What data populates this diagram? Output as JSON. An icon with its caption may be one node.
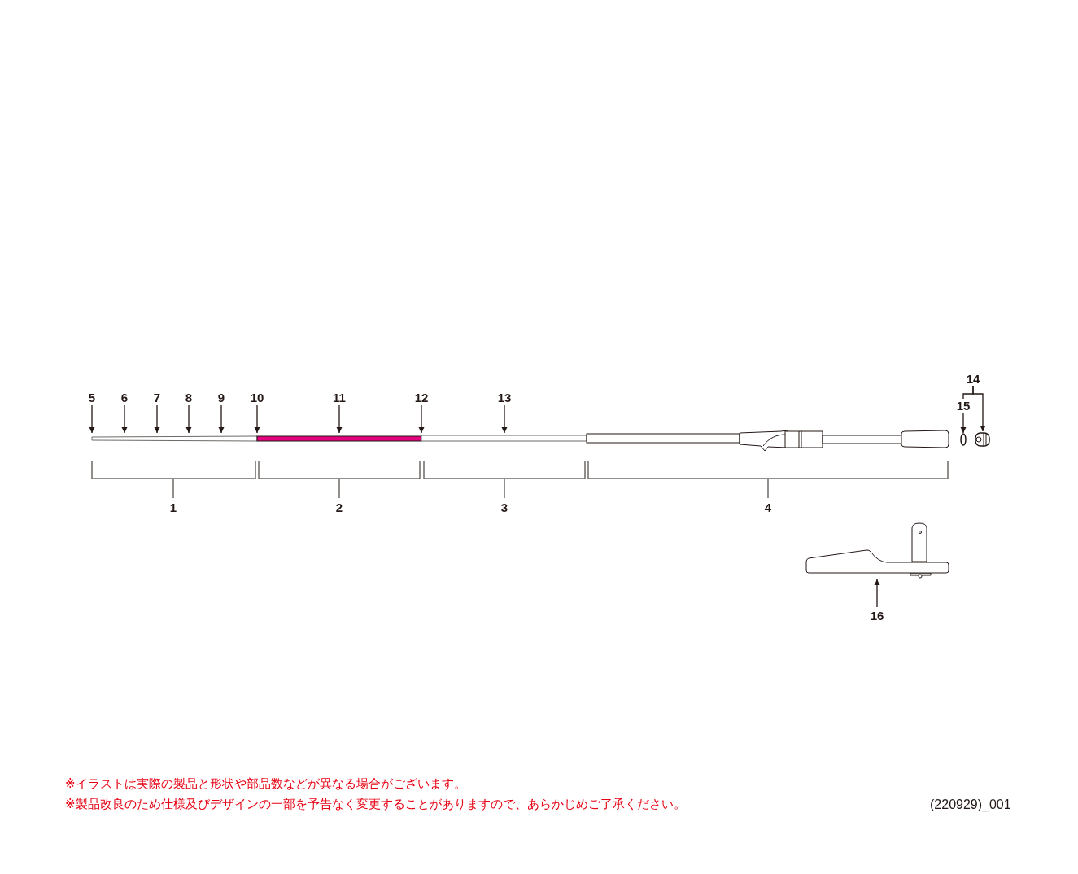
{
  "diagram": {
    "nodes": [
      {
        "text": [
          "5"
        ]
      },
      {
        "text": [
          "6"
        ]
      },
      {
        "text": [
          "7"
        ]
      },
      {
        "text": [
          "8"
        ]
      },
      {
        "text": [
          "9"
        ]
      },
      {
        "text": [
          "10"
        ]
      },
      {
        "text": [
          "11"
        ]
      },
      {
        "text": [
          "12"
        ]
      },
      {
        "text": [
          "13"
        ]
      },
      {
        "text": [
          "14"
        ]
      },
      {
        "text": [
          "15"
        ]
      },
      {
        "text": [
          "16"
        ]
      },
      {
        "text": [],
        "shape": "picture"
      },
      {
        "text": [],
        "shape": "circle"
      },
      {
        "text": [],
        "shape": "picture"
      },
      {
        "text": [],
        "shape": "picture"
      }
    ],
    "edges": [
      {
        "from": 0,
        "to": 12,
        "arrow": "to"
      },
      {
        "from": 1,
        "to": 12,
        "arrow": "to"
      },
      {
        "from": 2,
        "to": 12,
        "arrow": "to"
      },
      {
        "from": 3,
        "to": 12,
        "arrow": "to"
      },
      {
        "from": 4,
        "to": 12,
        "arrow": "to"
      },
      {
        "from": 5,
        "to": 12,
        "arrow": "to"
      },
      {
        "from": 6,
        "to": 12,
        "arrow": "to"
      },
      {
        "from": 7,
        "to": 12,
        "arrow": "to"
      },
      {
        "from": 8,
        "to": 12,
        "arrow": "to"
      },
      {
        "from": 9,
        "to": 14,
        "arrow": "to"
      },
      {
        "from": 9,
        "to": 10,
        "arrow": "none"
      },
      {
        "from": 10,
        "to": 13,
        "arrow": "to"
      },
      {
        "from": 11,
        "to": 15,
        "arrow": "to"
      }
    ],
    "labels": [
      "1",
      "2",
      "3",
      "4",
      "※イラストは実際の製品と形状や部品数などが異なる場合がございます。",
      "※製品改良のため仕様及びデザインの一部を予告なく変更することがありますので、あらかじめご了承ください。",
      "(220929)_001"
    ]
  }
}
